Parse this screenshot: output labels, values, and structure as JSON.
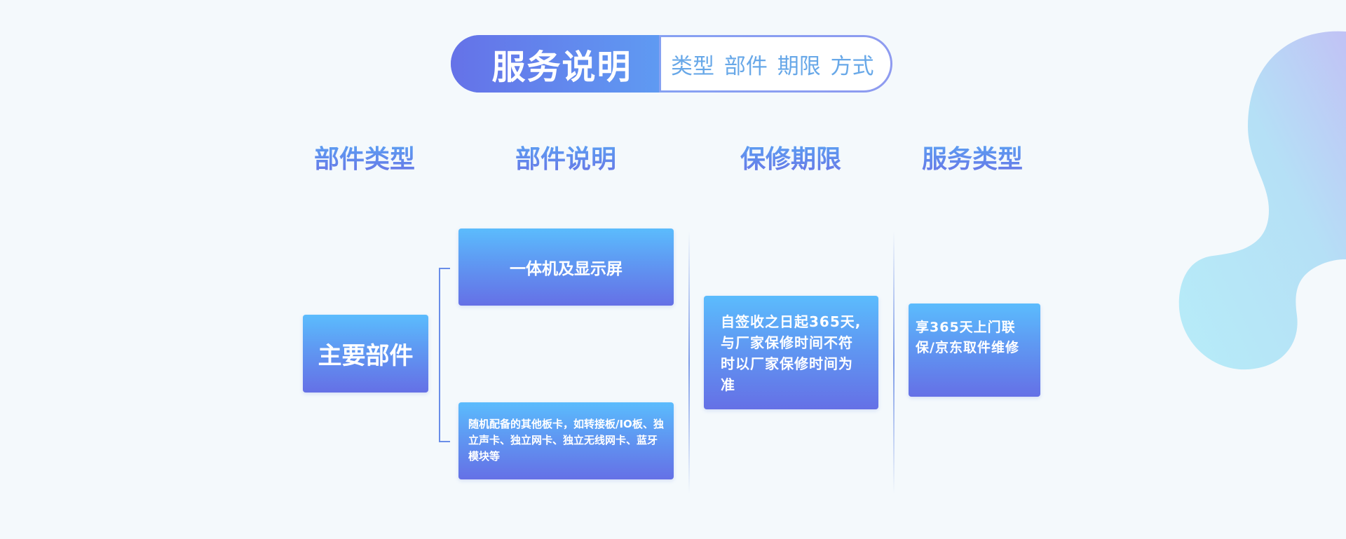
{
  "title": {
    "main": "服务说明",
    "subtitle": "类型 部件 期限 方式"
  },
  "headers": [
    "部件类型",
    "部件说明",
    "保修期限",
    "服务类型"
  ],
  "part_type": "主要部件",
  "parts": [
    "一体机及显示屏",
    "随机配备的其他板卡，如转接板/IO板、独立声卡、独立网卡、独立无线网卡、蓝牙模块等"
  ],
  "warranty": "自签收之日起365天,与厂家保修时间不符时以厂家保修时间为准",
  "service": "享365天上门联保/京东取件维修",
  "colors": {
    "primary": "#6570e6",
    "accent": "#5bbcfd",
    "background": "#f4f9fc"
  }
}
